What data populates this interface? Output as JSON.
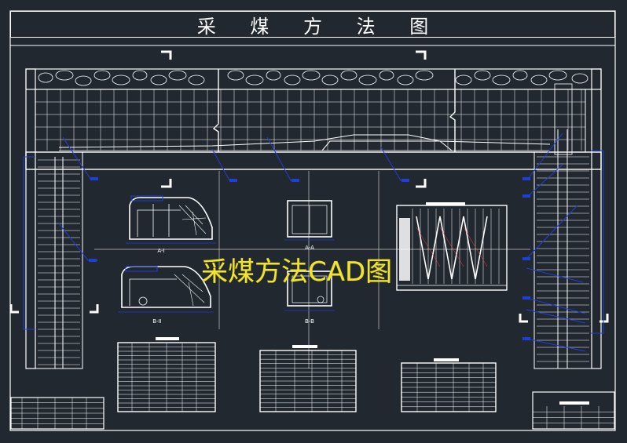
{
  "drawing": {
    "title": "采 煤 方 法 图",
    "watermark": "采煤方法CAD图"
  },
  "colors": {
    "background": "#212830",
    "linework": "#ffffff",
    "dimensions": "#1f3fd8",
    "watermark": "#f0e430"
  },
  "views": [
    {
      "name": "upper-section-a",
      "label": "A-I"
    },
    {
      "name": "lower-section-b",
      "label": "B-II"
    },
    {
      "name": "upper-section-c",
      "label": "A-A"
    },
    {
      "name": "lower-section-d",
      "label": "B-B"
    }
  ]
}
